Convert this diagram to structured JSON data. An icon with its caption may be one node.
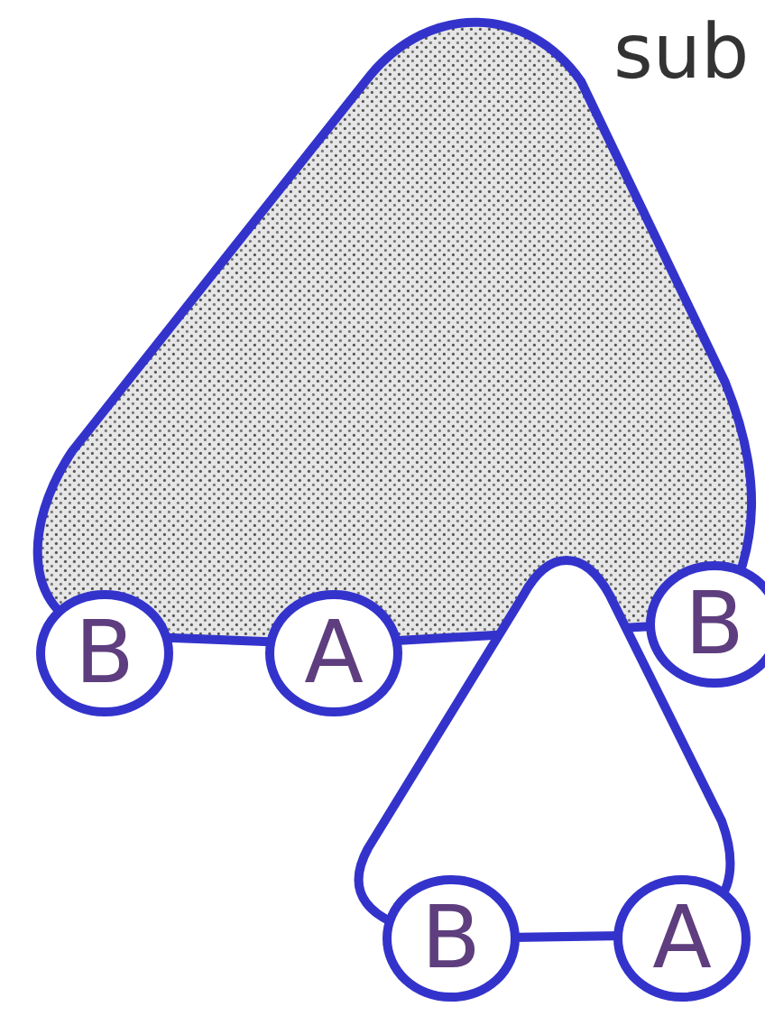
{
  "diagram": {
    "nodes": [
      {
        "text": [],
        "shape": "triangle"
      },
      {
        "text": [
          "B"
        ]
      },
      {
        "text": [
          "A"
        ]
      },
      {
        "text": [
          "B"
        ]
      },
      {
        "text": [],
        "shape": "triangle"
      },
      {
        "text": [
          "B"
        ]
      },
      {
        "text": [
          "A"
        ]
      }
    ],
    "labels": [
      "sub"
    ]
  }
}
